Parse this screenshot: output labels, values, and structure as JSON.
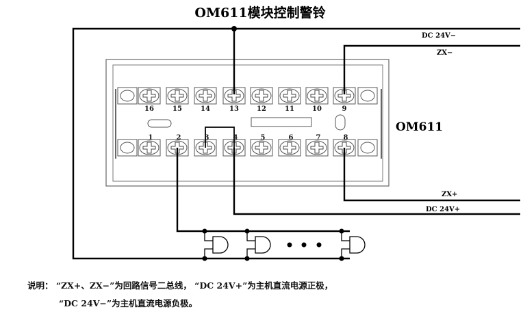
{
  "title": "OM611模块控制警铃",
  "module_label": "OM611",
  "wire_labels": {
    "dc_neg": "DC 24V−",
    "zx_neg": "ZX−",
    "zx_pos": "ZX+",
    "dc_pos": "DC 24V+"
  },
  "terminals_top": [
    "16",
    "15",
    "14",
    "13",
    "12",
    "11",
    "10",
    "9"
  ],
  "terminals_bottom": [
    "1",
    "2",
    "3",
    "4",
    "5",
    "6",
    "7",
    "8"
  ],
  "notes": {
    "line1": "说明：  “ZX+、ZX−”为回路信号二总线，  “DC 24V+”为主机直流电源正极，",
    "line2": "“DC 24V−”为主机直流电源负极。"
  }
}
